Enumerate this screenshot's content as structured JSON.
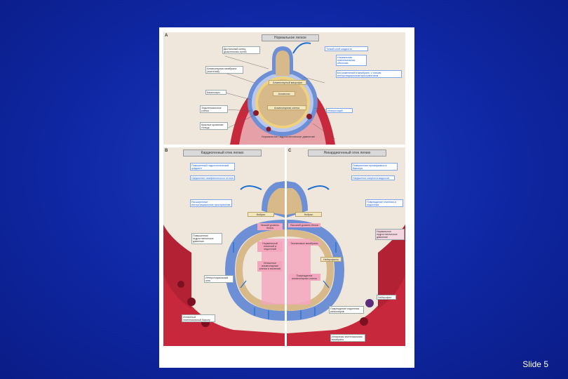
{
  "slide_number": "Slide 5",
  "panel_a": {
    "letter": "A",
    "title": "Нормальное легкое",
    "labels": {
      "left1": "Дистальный конец дыхательных путей",
      "left2": "Альвеолярная мембрана (эпителий)",
      "left3": "Капилляры",
      "left4": "Эндотелиальные клетки",
      "left5": "Красные кровяные тельца",
      "right1": "Тонкий слой жидкости",
      "right2": "Нормальная эпителиальная оболочка",
      "right3": "Без изменений в мембране, с тонким интерстициальным пространством",
      "right4": "Интерстиций",
      "in1": "Альвеолярный макрофаг",
      "in2": "Альвеолы",
      "in3": "Альвеолярная клетка",
      "bottom": "Нормальное гидростатическое давление"
    }
  },
  "panel_b": {
    "letter": "B",
    "title": "Кардиогенный отек легких",
    "labels": {
      "l1": "Повышенный гидростатический градиент",
      "l2": "Нарушение лимфатического оттока",
      "l3": "Расширенные интерстициальные пространства",
      "l4": "Повышенное гидростатическое давление",
      "l5": "Интерстициальный отек",
      "l6": "Интактный эпителиальный барьер",
      "in1": "Фибрин",
      "in2": "Низкий уровень белка",
      "in3": "Нормальный эпителий и эндотелий",
      "in4": "Интактные альвеолярные клетки и эпителий"
    }
  },
  "panel_c": {
    "letter": "C",
    "title": "Некардиогенный отек легких",
    "labels": {
      "r1": "Повышенная проницаемость барьера",
      "r2": "Нарушение клиренса жидкости",
      "r3": "Повреждение эпителия и эндотелия",
      "r4": "Нормальное гидростатическое давление",
      "r5": "Нейтрофил",
      "r6": "Повреждение эндотелия капилляров",
      "r7": "Интактная эпителиальная мембрана",
      "in1": "Фибрин",
      "in2": "Высокий уровень белка",
      "in3": "Гиалиновые мембраны",
      "in4": "Нейтрофилы",
      "in5": "Повреждение альвеолярных клеток"
    }
  },
  "colors": {
    "background": "#0f27a3",
    "blood": "#c8283c",
    "membrane": "#6d8fd6",
    "fluid": "#f4a6be",
    "alveolus": "#d7b98a",
    "arrow": "#1a6fd0"
  }
}
